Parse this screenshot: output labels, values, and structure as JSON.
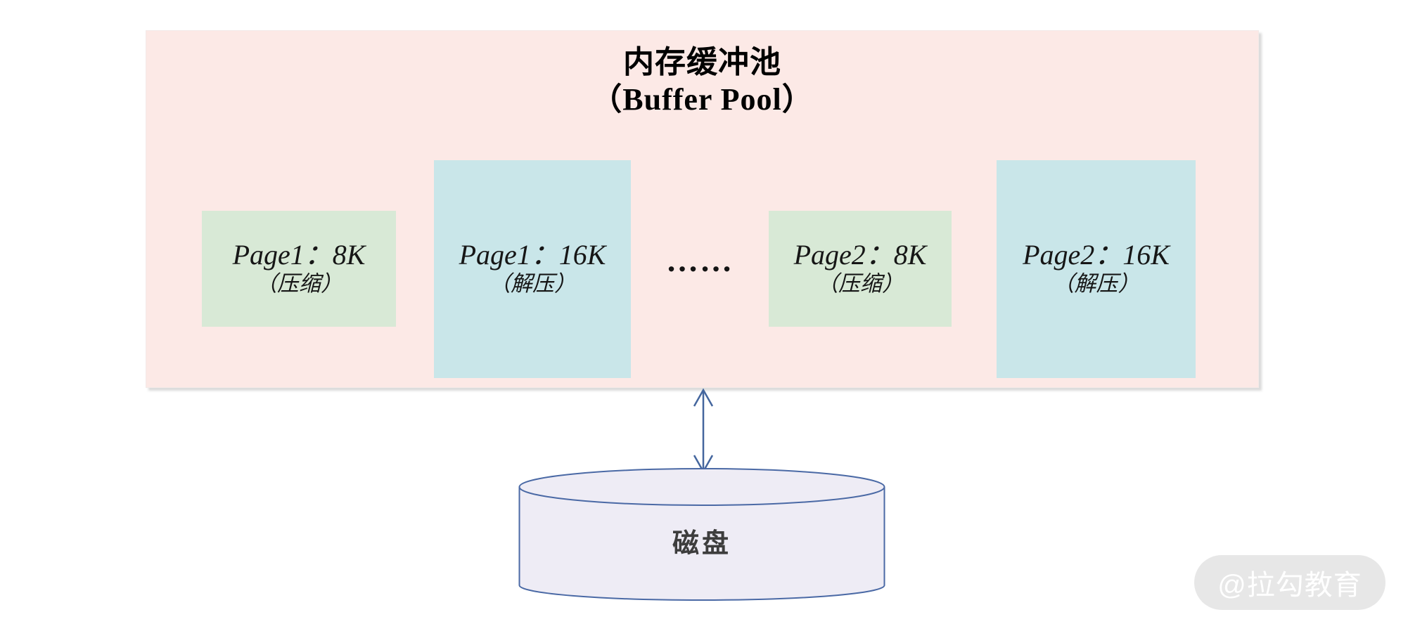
{
  "buffer_pool": {
    "title_zh": "内存缓冲池",
    "title_en": "（Buffer Pool）",
    "pages": [
      {
        "name": "Page1：8K",
        "state": "（压缩）",
        "kind": "compressed"
      },
      {
        "name": "Page1：16K",
        "state": "（解压）",
        "kind": "decompressed"
      },
      {
        "name": "Page2：8K",
        "state": "（压缩）",
        "kind": "compressed"
      },
      {
        "name": "Page2：16K",
        "state": "（解压）",
        "kind": "decompressed"
      }
    ],
    "ellipsis": "……"
  },
  "disk": {
    "label": "磁盘"
  },
  "watermark": {
    "label": "@拉勾教育"
  },
  "colors": {
    "buffer_pool_bg": "#fce9e6",
    "compressed_bg": "#d8e9d6",
    "decompressed_bg": "#c9e6e9",
    "disk_fill": "#eeecf5",
    "disk_stroke": "#4a69a5",
    "arrow_color": "#44669e",
    "watermark_bg": "#e7e7e7"
  }
}
